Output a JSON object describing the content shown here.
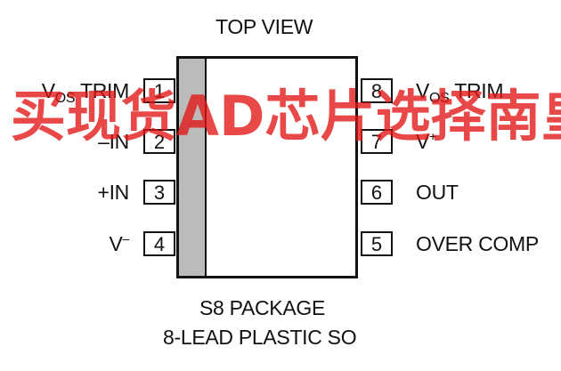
{
  "title": "TOP VIEW",
  "package_line1": "S8 PACKAGE",
  "package_line2": "8-LEAD PLASTIC SO",
  "watermark": "买现货AD芯片选择南皇电子",
  "colors": {
    "watermark": "#e01414",
    "package_strip": "#bbbbbb",
    "ink": "#111111"
  },
  "pins_left": [
    {
      "number": "1",
      "base": "V",
      "sub": "OS",
      "sup": "",
      "tail": " TRIM"
    },
    {
      "number": "2",
      "base": "–IN",
      "sub": "",
      "sup": "",
      "tail": ""
    },
    {
      "number": "3",
      "base": "+IN",
      "sub": "",
      "sup": "",
      "tail": ""
    },
    {
      "number": "4",
      "base": "V",
      "sub": "",
      "sup": "–",
      "tail": ""
    }
  ],
  "pins_right": [
    {
      "number": "8",
      "base": "V",
      "sub": "OS",
      "sup": "",
      "tail": " TRIM"
    },
    {
      "number": "7",
      "base": "V",
      "sub": "",
      "sup": "+",
      "tail": ""
    },
    {
      "number": "6",
      "base": "OUT",
      "sub": "",
      "sup": "",
      "tail": ""
    },
    {
      "number": "5",
      "base": "OVER COMP",
      "sub": "",
      "sup": "",
      "tail": ""
    }
  ]
}
